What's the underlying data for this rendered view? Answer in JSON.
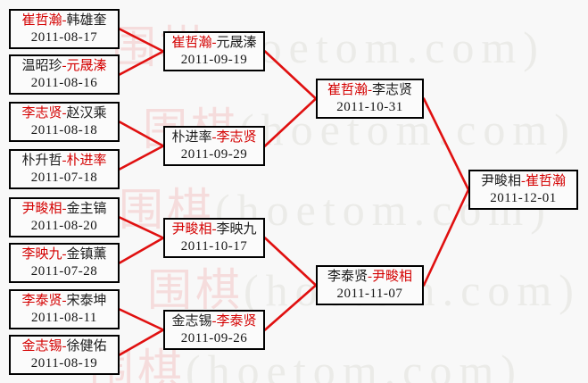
{
  "watermark": {
    "cjk": "围棋",
    "latin": "(hoetom.com)"
  },
  "separator": "-",
  "colors": {
    "winner_text": "#d40000",
    "normal_text": "#1c1c1c",
    "connector_line": "#e01010",
    "box_border": "#000000",
    "box_background": "#fbfbfb",
    "page_background": "#f8f8f8",
    "watermark_cjk": "#f5dcdc",
    "watermark_latin": "#ebebe8"
  },
  "bracket": {
    "rounds": [
      {
        "stage": "round-of-16",
        "matches": [
          {
            "player1": "崔哲瀚",
            "player2": "韩雄奎",
            "winner_index": 0,
            "date": "2011-08-17"
          },
          {
            "player1": "温昭珍",
            "player2": "元晟溱",
            "winner_index": 1,
            "date": "2011-08-16"
          },
          {
            "player1": "李志贤",
            "player2": "赵汉乘",
            "winner_index": 0,
            "date": "2011-08-18"
          },
          {
            "player1": "朴升哲",
            "player2": "朴进率",
            "winner_index": 1,
            "date": "2011-07-18"
          },
          {
            "player1": "尹畯相",
            "player2": "金主镐",
            "winner_index": 0,
            "date": "2011-08-20"
          },
          {
            "player1": "李映九",
            "player2": "金镇薰",
            "winner_index": 0,
            "date": "2011-07-28"
          },
          {
            "player1": "李泰贤",
            "player2": "宋泰坤",
            "winner_index": 0,
            "date": "2011-08-11"
          },
          {
            "player1": "金志锡",
            "player2": "徐健佑",
            "winner_index": 0,
            "date": "2011-08-19"
          }
        ]
      },
      {
        "stage": "quarterfinal",
        "matches": [
          {
            "player1": "崔哲瀚",
            "player2": "元晟溱",
            "winner_index": 0,
            "date": "2011-09-19"
          },
          {
            "player1": "朴进率",
            "player2": "李志贤",
            "winner_index": 1,
            "date": "2011-09-29"
          },
          {
            "player1": "尹畯相",
            "player2": "李映九",
            "winner_index": 0,
            "date": "2011-10-17"
          },
          {
            "player1": "金志锡",
            "player2": "李泰贤",
            "winner_index": 1,
            "date": "2011-09-26"
          }
        ]
      },
      {
        "stage": "semifinal",
        "matches": [
          {
            "player1": "崔哲瀚",
            "player2": "李志贤",
            "winner_index": 0,
            "date": "2011-10-31"
          },
          {
            "player1": "李泰贤",
            "player2": "尹畯相",
            "winner_index": 1,
            "date": "2011-11-07"
          }
        ]
      },
      {
        "stage": "final",
        "matches": [
          {
            "player1": "尹畯相",
            "player2": "崔哲瀚",
            "winner_index": 1,
            "date": "2011-12-01"
          }
        ]
      }
    ]
  }
}
